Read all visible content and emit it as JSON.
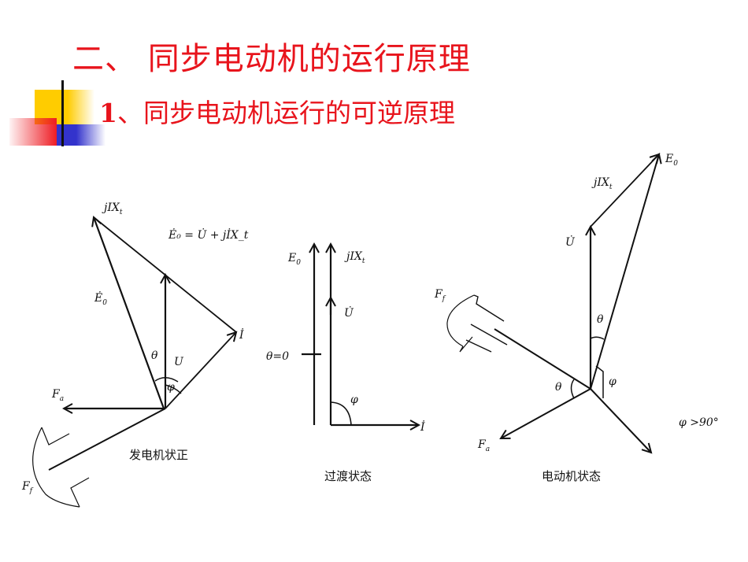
{
  "slide": {
    "main_title": "二、  同步电动机的运行原理",
    "sub_title_number": "1",
    "sub_title_text": "、同步电动机运行的可逆原理",
    "title_color": "#e8141c"
  },
  "decoration": {
    "colors": {
      "yellow": "#ffcc00",
      "red": "#ee1c24",
      "blue": "#3333cc",
      "bar": "#111111"
    }
  },
  "diagrams": [
    {
      "id": "generator",
      "caption": "发电机状正",
      "equation": "Ė₀ = U̇ + jİX_t",
      "labels": {
        "jix": "jIX",
        "jix_sub": "t",
        "e0": "Ė",
        "e0_sub": "0",
        "i": "İ",
        "u": "U",
        "theta": "θ",
        "phi": "φ",
        "fa": "F",
        "fa_sub": "a",
        "ff": "F",
        "ff_sub": "f"
      }
    },
    {
      "id": "transition",
      "caption": "过渡状态",
      "labels": {
        "e0": "E",
        "e0_sub": "0",
        "jix": "jIX",
        "jix_sub": "t",
        "u": "U̇",
        "theta_eq": "θ=0",
        "phi": "φ",
        "i": "İ"
      }
    },
    {
      "id": "motor",
      "caption": "电动机状态",
      "condition": "φ >90°",
      "labels": {
        "e0": "E",
        "e0_sub": "0",
        "jix": "jIX",
        "jix_sub": "t",
        "u": "U̇",
        "theta": "θ",
        "phi": "φ",
        "ff": "F",
        "ff_sub": "f",
        "fa": "F",
        "fa_sub": "a"
      }
    }
  ]
}
